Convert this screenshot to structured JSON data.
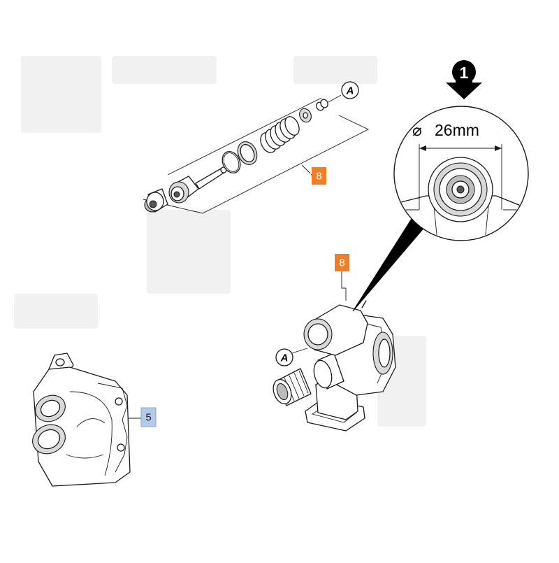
{
  "colors": {
    "orange": "#f07e26",
    "blue": "#b5cae8"
  },
  "callouts": {
    "step_number": "1",
    "diameter_symbol": "⌀",
    "diameter_value": "26mm",
    "part_8_top": "8",
    "part_8_body": "8",
    "part_5": "5",
    "letter_a_top": "A",
    "letter_a_body": "A"
  }
}
